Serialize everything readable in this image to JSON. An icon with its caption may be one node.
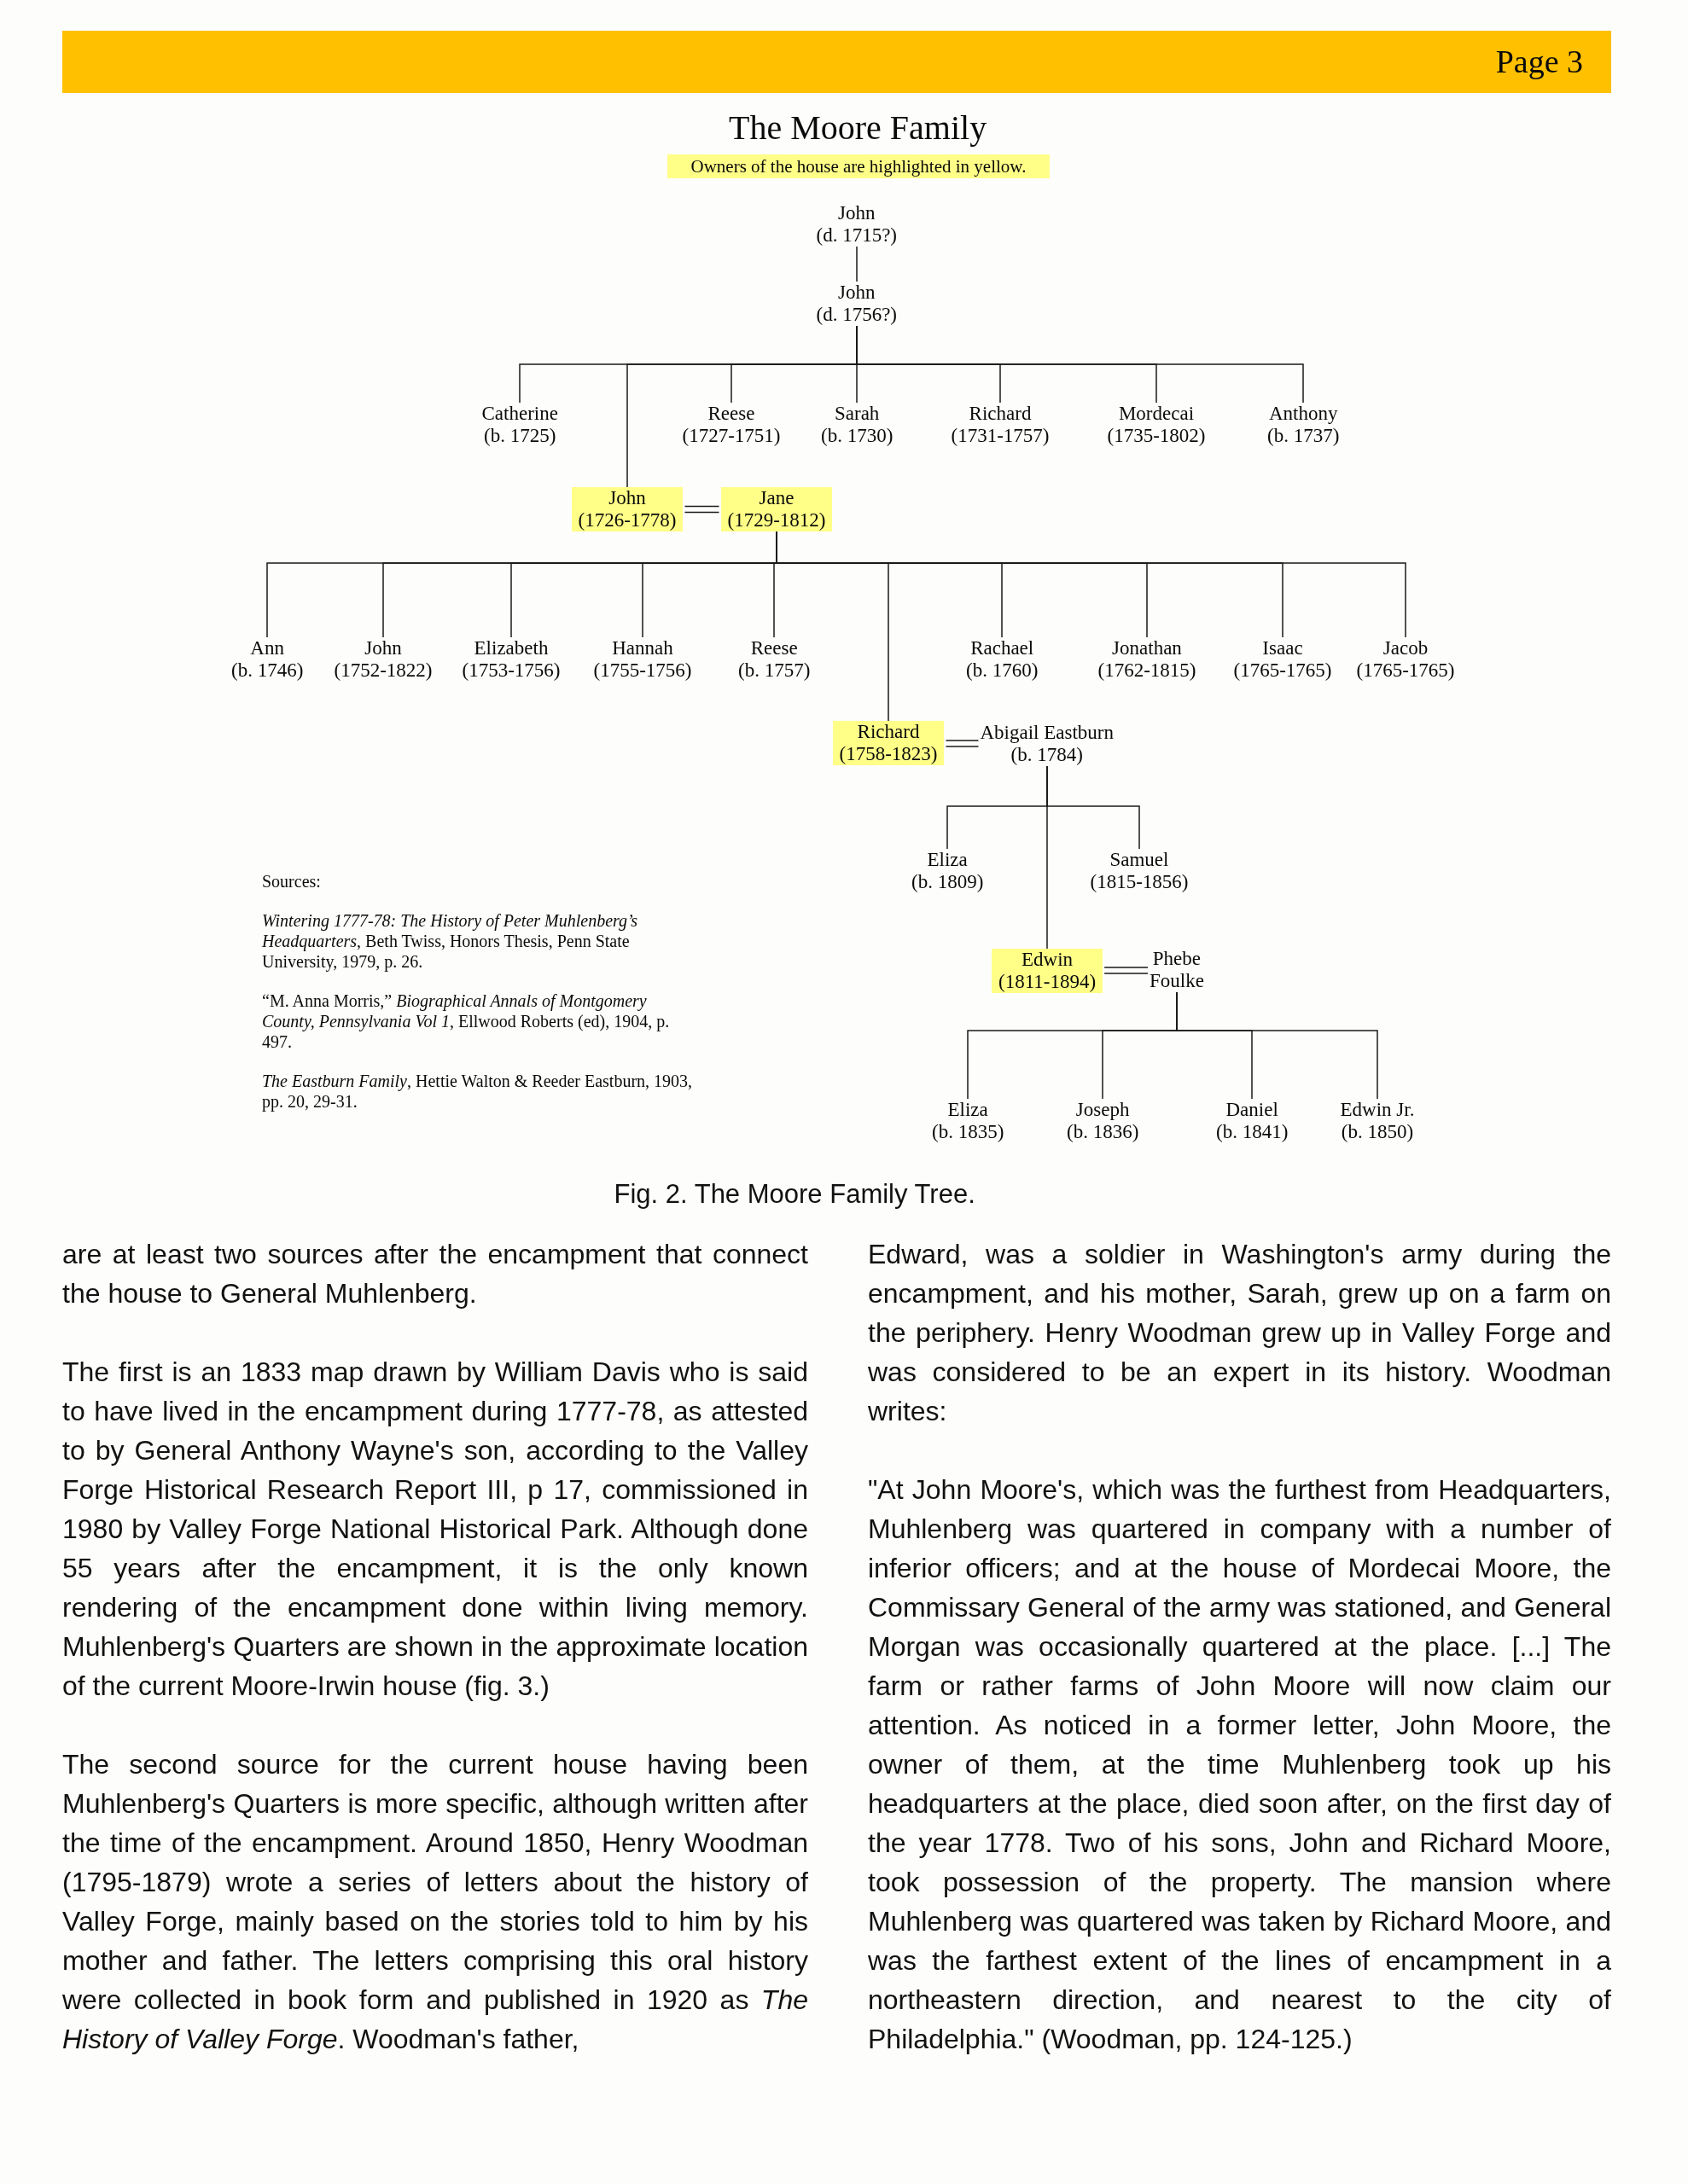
{
  "diagram": {
    "title": "The Moore Family",
    "caption": "Fig. 2. The Moore Family Tree.",
    "nodes": [
      {
        "text": [
          "John",
          "(d. 1715?)"
        ]
      },
      {
        "text": [
          "John",
          "(d. 1756?)"
        ]
      },
      {
        "text": [
          "Catherine",
          "(b. 1725)"
        ]
      },
      {
        "text": [
          "Reese",
          "(1727-1751)"
        ]
      },
      {
        "text": [
          "Sarah",
          "(b. 1730)"
        ]
      },
      {
        "text": [
          "Richard",
          "(1731-1757)"
        ]
      },
      {
        "text": [
          "Mordecai",
          "(1735-1802)"
        ]
      },
      {
        "text": [
          "Anthony",
          "(b. 1737)"
        ]
      },
      {
        "text": [
          "John",
          "(1726-1778)"
        ]
      },
      {
        "text": [
          "Jane",
          "(1729-1812)"
        ]
      },
      {
        "text": [
          "Ann",
          "(b. 1746)"
        ]
      },
      {
        "text": [
          "John",
          "(1752-1822)"
        ]
      },
      {
        "text": [
          "Elizabeth",
          "(1753-1756)"
        ]
      },
      {
        "text": [
          "Hannah",
          "(1755-1756)"
        ]
      },
      {
        "text": [
          "Reese",
          "(b. 1757)"
        ]
      },
      {
        "text": [
          "Rachael",
          "(b. 1760)"
        ]
      },
      {
        "text": [
          "Jonathan",
          "(1762-1815)"
        ]
      },
      {
        "text": [
          "Isaac",
          "(1765-1765)"
        ]
      },
      {
        "text": [
          "Jacob",
          "(1765-1765)"
        ]
      },
      {
        "text": [
          "Richard",
          "(1758-1823)"
        ]
      },
      {
        "text": [
          "Abigail Eastburn",
          "(b. 1784)"
        ]
      },
      {
        "text": [
          "Eliza",
          "(b. 1809)"
        ]
      },
      {
        "text": [
          "Samuel",
          "(1815-1856)"
        ]
      },
      {
        "text": [
          "Edwin",
          "(1811-1894)"
        ]
      },
      {
        "text": [
          "Phebe Foulke"
        ]
      },
      {
        "text": [
          "Eliza",
          "(b. 1835)"
        ]
      },
      {
        "text": [
          "Joseph",
          "(b. 1836)"
        ]
      },
      {
        "text": [
          "Daniel",
          "(b. 1841)"
        ]
      },
      {
        "text": [
          "Edwin Jr.",
          "(b. 1850)"
        ]
      }
    ],
    "edges": [
      {
        "from": 0,
        "to": 1,
        "arrow": "none"
      },
      {
        "from": 1,
        "to": 2,
        "arrow": "none"
      },
      {
        "from": 1,
        "to": 8,
        "arrow": "none"
      },
      {
        "from": 1,
        "to": 3,
        "arrow": "none"
      },
      {
        "from": 1,
        "to": 4,
        "arrow": "none"
      },
      {
        "from": 1,
        "to": 5,
        "arrow": "none"
      },
      {
        "from": 1,
        "to": 6,
        "arrow": "none"
      },
      {
        "from": 1,
        "to": 7,
        "arrow": "none"
      },
      {
        "from": 8,
        "to": 9,
        "arrow": "none"
      },
      {
        "from": 9,
        "to": 10,
        "arrow": "none"
      },
      {
        "from": 9,
        "to": 11,
        "arrow": "none"
      },
      {
        "from": 9,
        "to": 12,
        "arrow": "none"
      },
      {
        "from": 9,
        "to": 13,
        "arrow": "none"
      },
      {
        "from": 9,
        "to": 14,
        "arrow": "none"
      },
      {
        "from": 9,
        "to": 19,
        "arrow": "none"
      },
      {
        "from": 9,
        "to": 15,
        "arrow": "none"
      },
      {
        "from": 9,
        "to": 16,
        "arrow": "none"
      },
      {
        "from": 9,
        "to": 17,
        "arrow": "none"
      },
      {
        "from": 9,
        "to": 18,
        "arrow": "none"
      },
      {
        "from": 19,
        "to": 20,
        "arrow": "none"
      },
      {
        "from": 20,
        "to": 21,
        "arrow": "none"
      },
      {
        "from": 20,
        "to": 23,
        "arrow": "none"
      },
      {
        "from": 20,
        "to": 22,
        "arrow": "none"
      },
      {
        "from": 23,
        "to": 24,
        "arrow": "none"
      },
      {
        "from": 24,
        "to": 25,
        "arrow": "none"
      },
      {
        "from": 24,
        "to": 26,
        "arrow": "none"
      },
      {
        "from": 24,
        "to": 27,
        "arrow": "none"
      },
      {
        "from": 24,
        "to": 28,
        "arrow": "none"
      }
    ],
    "labels": [
      "Page 3",
      "Sources:",
      "*Wintering 1777-78: The History of Peter Muhlenberg’s Headquarters*, Beth Twiss, Honors Thesis, Penn State University, 1979, p. 26.",
      "“M. Anna Morris,” *Biographical Annals of Montgomery County, Pennsylvania Vol 1*, Ellwood Roberts (ed), 1904, p. 497.",
      "*The Eastburn Family*, Hettie Walton & Reeder Eastburn, 1903, pp. 20, 29-31.",
      "are at least two sources after the encampment that connect the house to General Muhlenberg.",
      "The first is an 1833 map drawn by William Davis who is said to have lived in the encampment during 1777-78, as attested to by General Anthony Wayne's son, according to the Valley Forge Historical Research Report III, p 17, commissioned in 1980 by Valley Forge National Historical Park. Although done 55 years after the encampment, it is the only known rendering of the encampment done within living memory. Muhlenberg's Quarters are shown in the approximate location of the current Moore-Irwin house (fig. 3.)",
      "The second source for the current house having been Muhlenberg's Quarters is more specific, although written after the time of the encampment. Around 1850, Henry Woodman (1795-1879) wrote a series of letters about the history of Valley Forge, mainly based on the stories told to him by his mother and father. The letters comprising this oral history were collected in book form and published in 1920 as *The History of Valley Forge*. Woodman's father,",
      "Edward, was a soldier in Washington's army during the encampment, and his mother, Sarah, grew up on a farm on the periphery. Henry Woodman grew up in Valley Forge and was considered to be an expert in its history. Woodman writes:",
      "\"At John Moore's, which was the furthest from Headquarters, Muhlenberg was quartered in company with a number of inferior officers; and at the house of Mordecai Moore, the Commissary General of the army was stationed, and General Morgan was occasionally quartered at the place. [...] The farm or rather farms of John Moore will now claim our attention. As noticed in a former letter, John Moore, the owner of them, at the time Muhlenberg took up his headquarters at the place, died soon after, on the first day of the year 1778. Two of his sons, John and Richard Moore, took possession of the property. The mansion where Muhlenberg was quartered was taken by Richard Moore, and was the farthest extent of the lines of encampment in a northeastern direction, and nearest to the city of Philadelphia.\" (Woodman, pp. 124-125.)"
    ],
    "legend": [
      {
        "text": "Owners of the house are highlighted in yellow.",
        "color": "#ffff88"
      }
    ]
  }
}
